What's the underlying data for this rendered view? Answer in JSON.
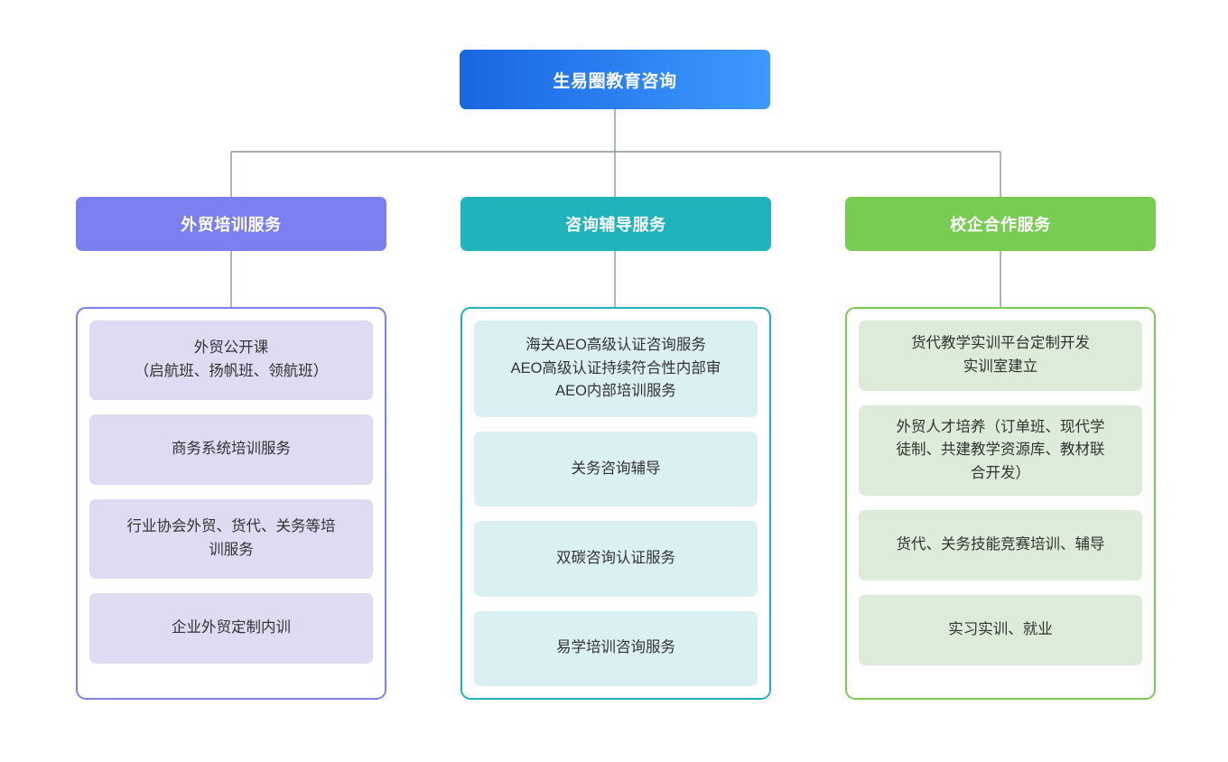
{
  "diagram": {
    "type": "organization-tree",
    "orientation": "top-down",
    "root": {
      "label": "生易圈教育咨询",
      "color_start": "#1a66e0",
      "color_end": "#3d9afd"
    },
    "connector_color": "#8a96a3",
    "branches": [
      {
        "label": "外贸培训服务",
        "header_color": "#7b7ff0",
        "border_color": "#7b7ff0",
        "chip_color": "#dedbf3",
        "items": [
          "外贸公开课\n（启航班、扬帆班、领航班）",
          "商务系统培训服务",
          "行业协会外贸、货代、关务等培\n训服务",
          "企业外贸定制内训"
        ]
      },
      {
        "label": "咨询辅导服务",
        "header_color": "#1fb3bb",
        "border_color": "#1fb3bb",
        "chip_color": "#daf0f2",
        "items": [
          "海关AEO高级认证咨询服务\nAEO高级认证持续符合性内部审\nAEO内部培训服务",
          "关务咨询辅导",
          "双碳咨询认证服务",
          "易学培训咨询服务"
        ]
      },
      {
        "label": "校企合作服务",
        "header_color": "#79cc52",
        "border_color": "#79cc52",
        "chip_color": "#dcecd9",
        "items": [
          "货代教学实训平台定制开发\n实训室建立",
          "外贸人才培养（订单班、现代学\n徒制、共建教学资源库、教材联\n合开发）",
          "货代、关务技能竞赛培训、辅导",
          "实习实训、就业"
        ]
      }
    ]
  }
}
